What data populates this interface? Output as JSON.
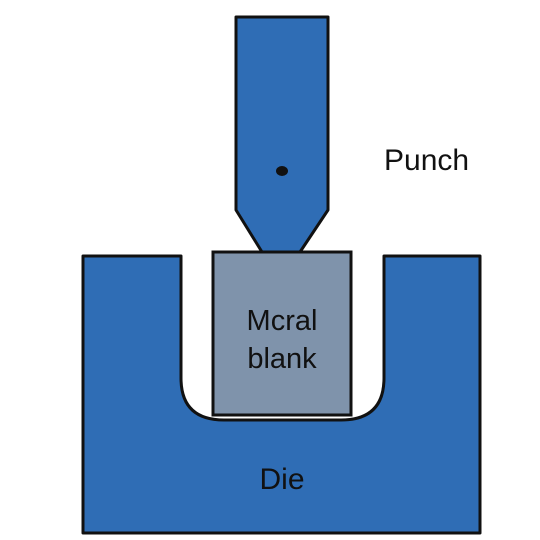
{
  "labels": {
    "punch": "Punch",
    "blank_line1": "Mcral",
    "blank_line2": "blank",
    "die": "Die"
  },
  "colors": {
    "steel_blue": "#2f6db5",
    "blank_gray": "#7f93ab",
    "outline": "#111111",
    "background": "#ffffff"
  }
}
